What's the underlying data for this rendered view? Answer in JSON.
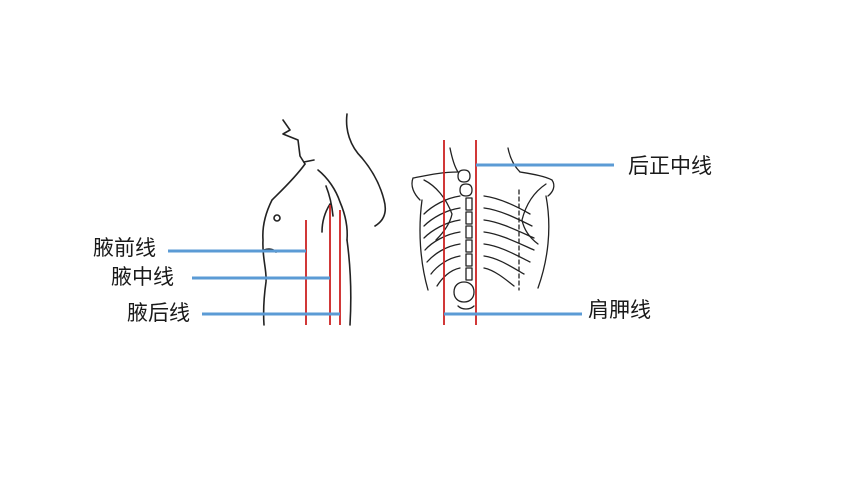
{
  "labels": {
    "anterior_axillary_line": "腋前线",
    "mid_axillary_line": "腋中线",
    "posterior_axillary_line": "腋后线",
    "posterior_midline": "后正中线",
    "scapular_line": "肩胛线"
  },
  "colors": {
    "reference_line": "#cc2222",
    "leader_line": "#5b9bd5",
    "sketch": "#222222"
  }
}
